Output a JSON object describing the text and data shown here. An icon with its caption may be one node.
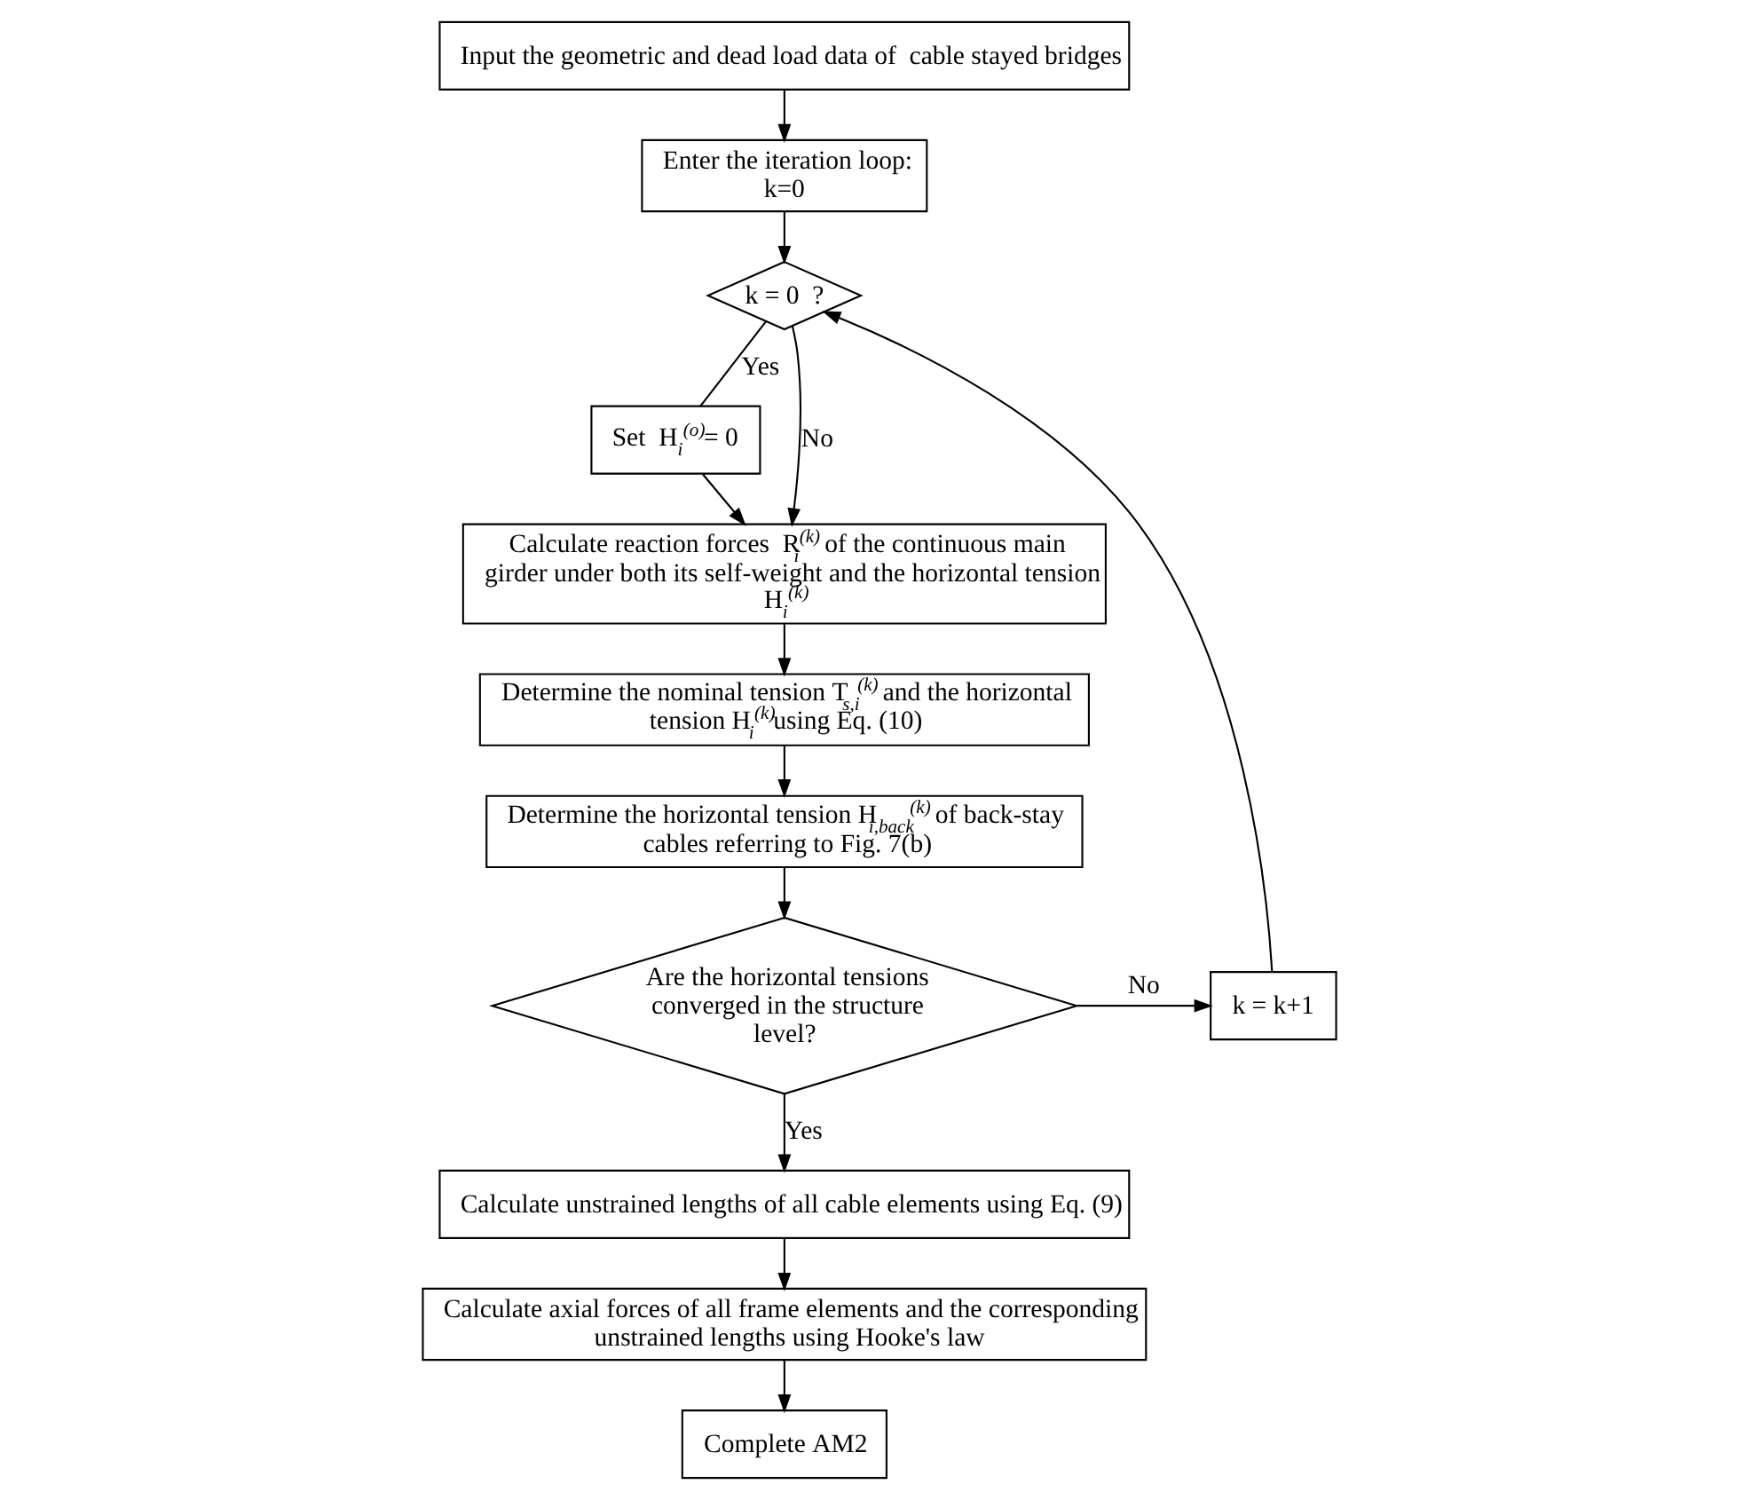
{
  "diagram": {
    "nodes": [
      {
        "text": [
          "Input the geometric and dead load data of  cable stayed bridges"
        ]
      },
      {
        "text": [
          "Enter the iteration loop: k=0"
        ]
      },
      {
        "text": [
          "k = 0  ?"
        ]
      },
      {
        "text": [
          "Set  H$_{i}$$^{(o)}$= 0"
        ]
      },
      {
        "text": [
          "Calculate reaction forces  R$_{i}$$^{(k)}$ of the continuous main girder under both its self-weight and the horizontal tension H$_{i}$$^{(k)}$"
        ]
      },
      {
        "text": [
          "Determine the nominal tension T$_{s,i}$$^{(k)}$ and the horizontal tension H$_{i}$$^{(k)}$using Eq. (10)"
        ]
      },
      {
        "text": [
          "Determine the horizontal tension H$_{i,back}$$^{(k)}$ of back-stay cables referring to Fig. 7(b)"
        ]
      },
      {
        "text": [
          "Are the horizontal tensions converged in the structure level?"
        ]
      },
      {
        "text": [
          "k = k+1"
        ]
      },
      {
        "text": [
          "Calculate unstrained lengths of all cable elements using Eq. (9)"
        ]
      },
      {
        "text": [
          "Calculate axial forces of all frame elements and the corresponding unstrained lengths using Hooke's law"
        ]
      },
      {
        "text": [
          "Complete AM2"
        ]
      }
    ],
    "edges": [
      {
        "from": 0,
        "to": 1,
        "arrow": "to"
      },
      {
        "from": 1,
        "to": 2,
        "arrow": "to"
      },
      {
        "from": 2,
        "to": 3,
        "arrow": "none",
        "label": "Yes"
      },
      {
        "from": 3,
        "to": 4,
        "arrow": "to"
      },
      {
        "from": 2,
        "to": 4,
        "arrow": "to",
        "label": "No"
      },
      {
        "from": 4,
        "to": 5,
        "arrow": "to"
      },
      {
        "from": 5,
        "to": 6,
        "arrow": "to"
      },
      {
        "from": 6,
        "to": 7,
        "arrow": "to"
      },
      {
        "from": 7,
        "to": 8,
        "arrow": "to",
        "label": "No"
      },
      {
        "from": 8,
        "to": 2,
        "arrow": "to"
      },
      {
        "from": 7,
        "to": 9,
        "arrow": "to",
        "label": "Yes"
      },
      {
        "from": 9,
        "to": 10,
        "arrow": "to"
      },
      {
        "from": 10,
        "to": 11,
        "arrow": "to"
      }
    ]
  }
}
